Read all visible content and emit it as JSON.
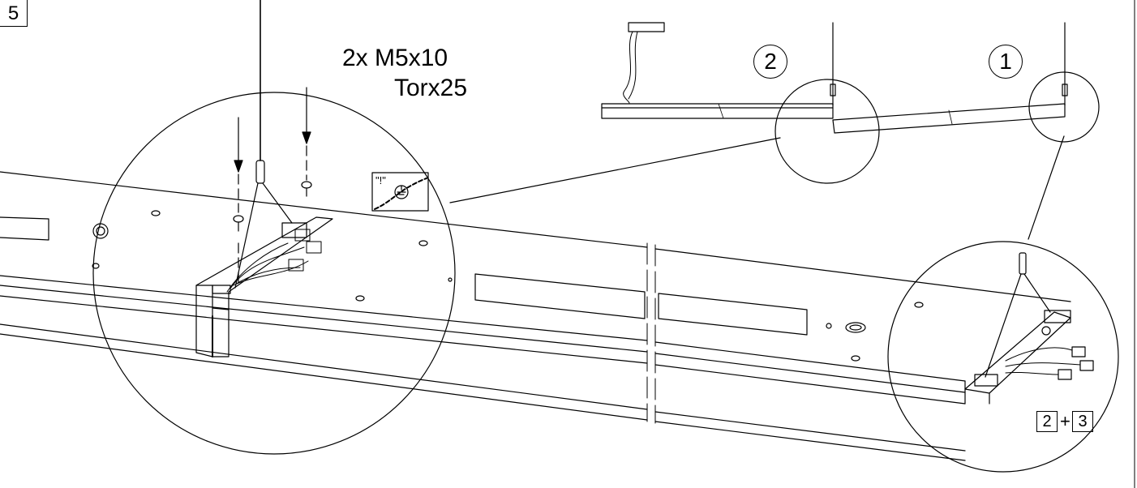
{
  "step": {
    "number": "5"
  },
  "screw": {
    "quantity_spec": "2x M5x10",
    "tool": "Torx25"
  },
  "callouts": [
    {
      "number": "2"
    },
    {
      "number": "1"
    }
  ],
  "warning": {
    "symbol_text": "\"!\""
  },
  "references": {
    "left": "2",
    "plus": "+",
    "right": "3"
  }
}
